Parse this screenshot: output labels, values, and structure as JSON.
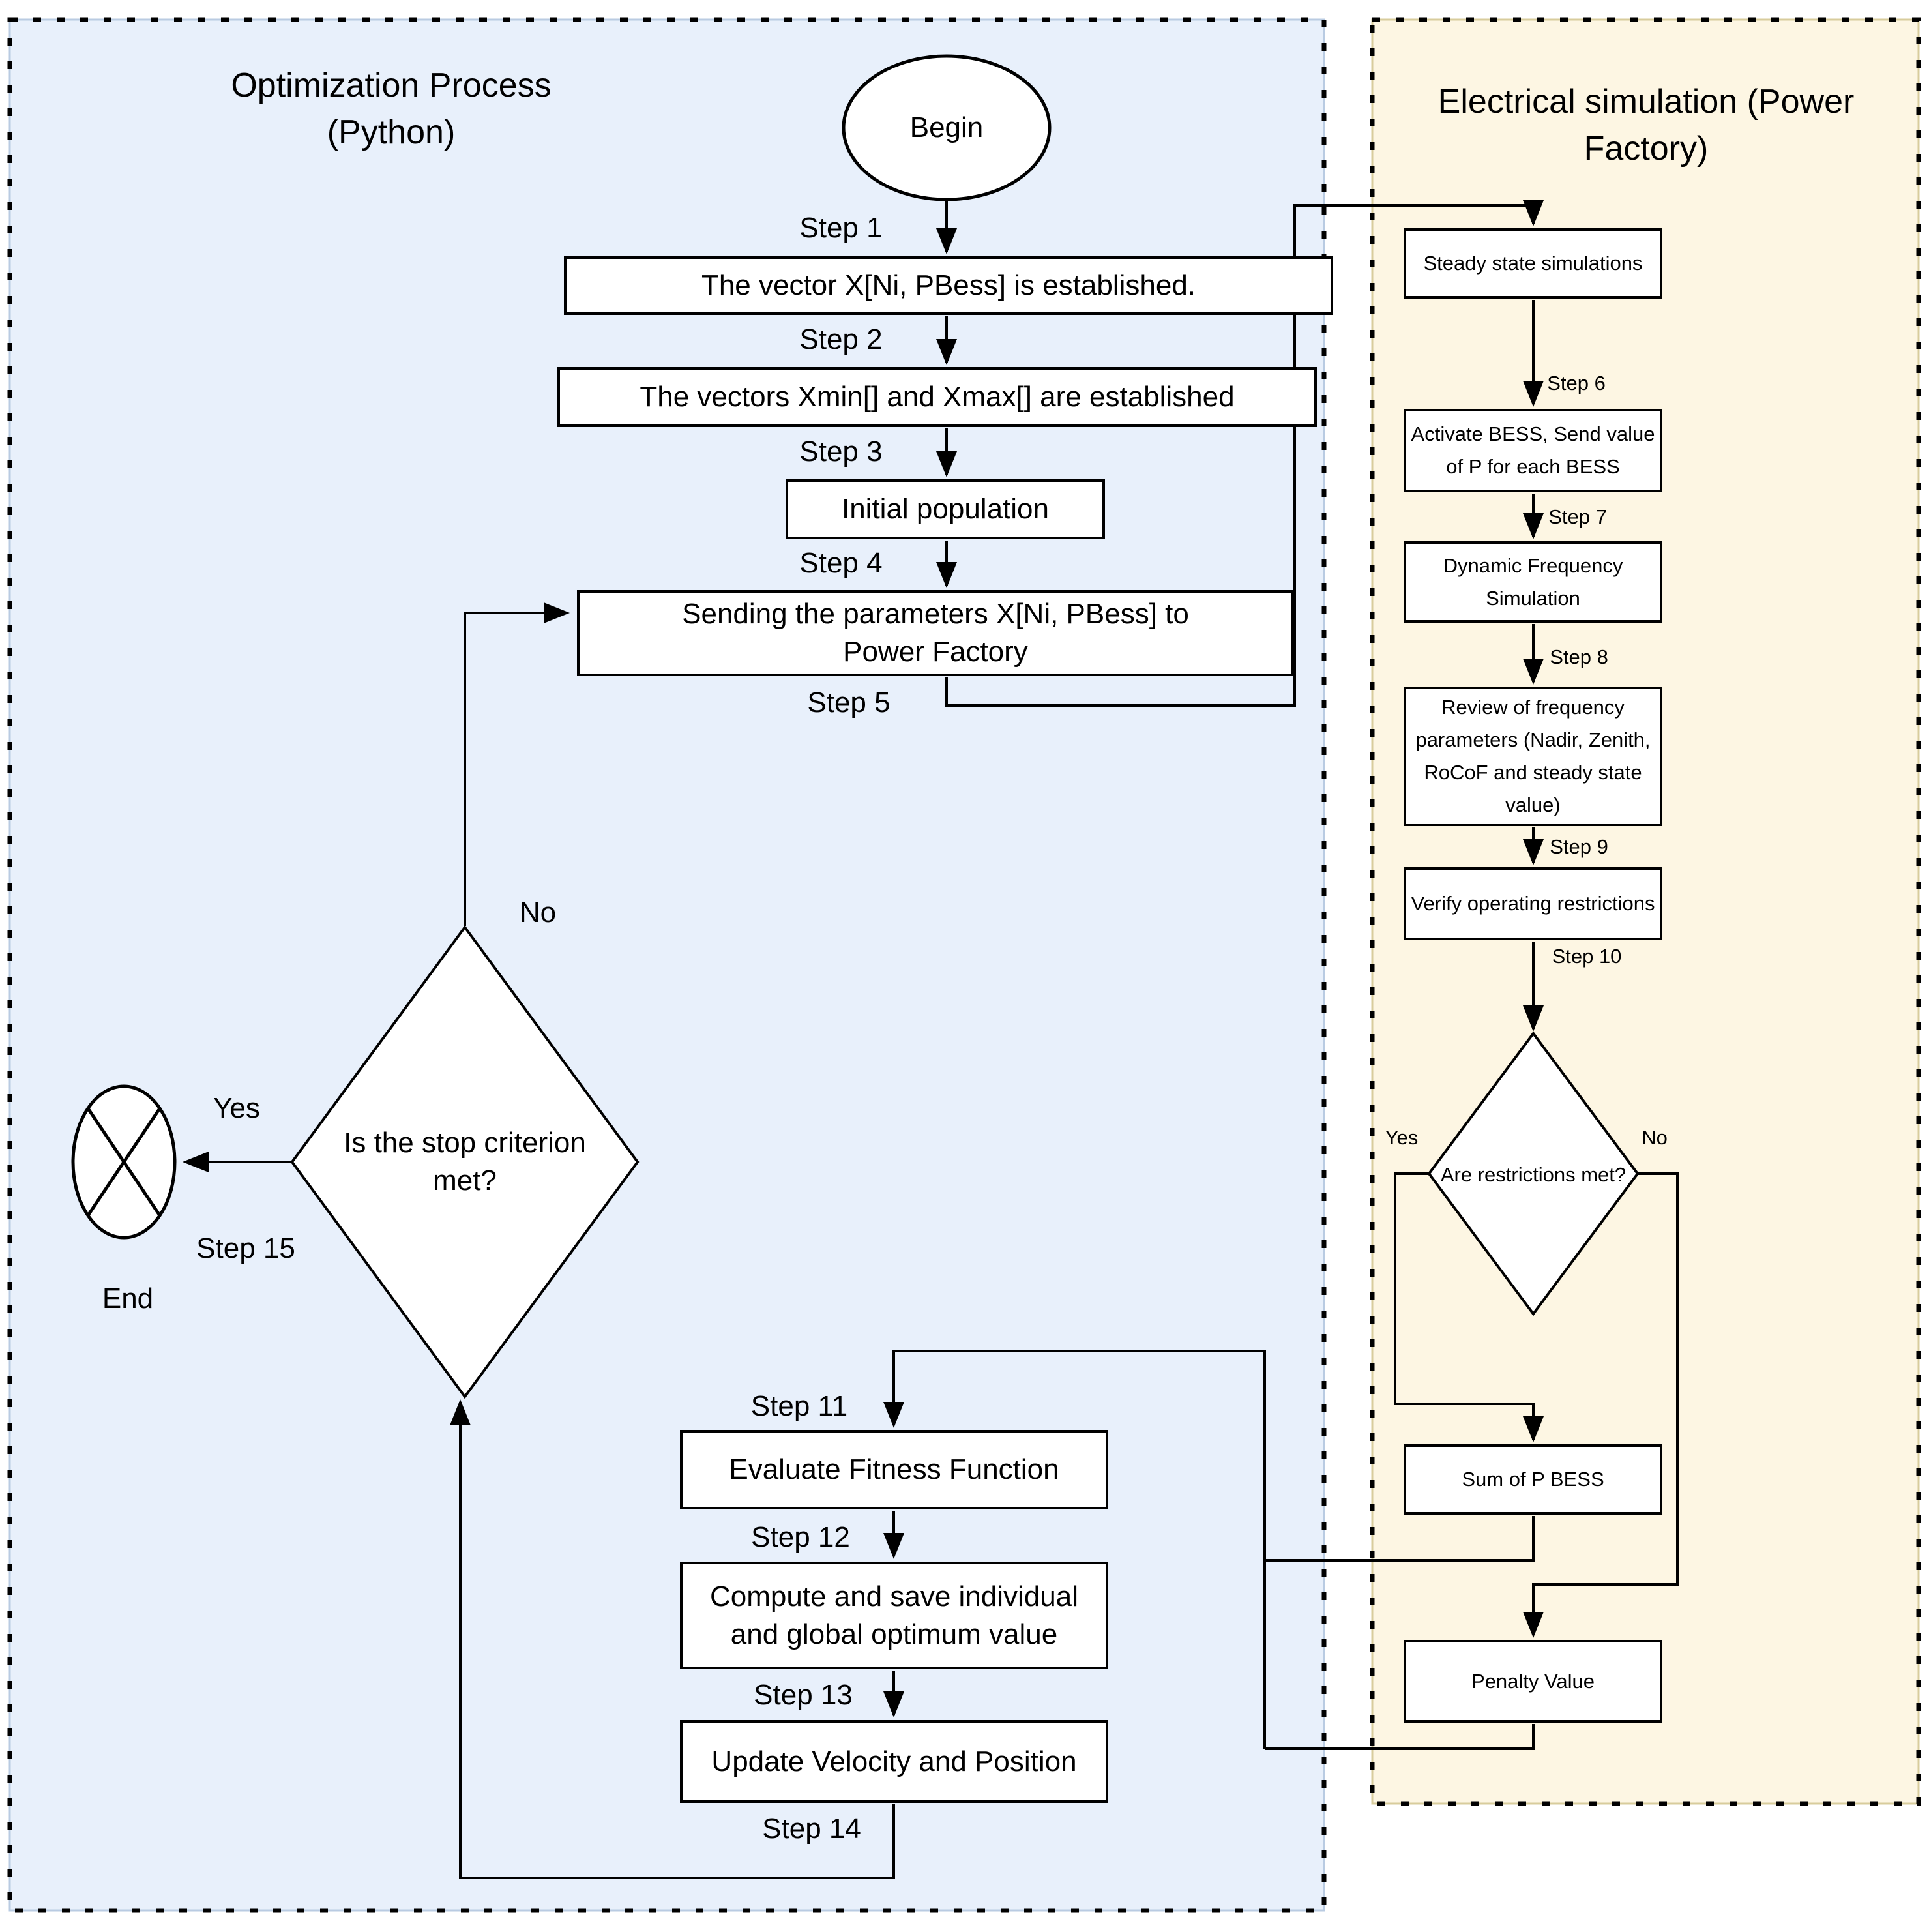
{
  "colors": {
    "page_bg": "#ffffff",
    "left_panel_bg": "#e8f0fb",
    "right_panel_bg": "#fdf6e3",
    "left_panel_edge": "#b9cbe2",
    "right_panel_edge": "#d8cc9c",
    "node_bg": "#ffffff",
    "line": "#000000",
    "text": "#000000"
  },
  "left_panel": {
    "title": "Optimization Process (Python)",
    "nodes": {
      "begin": "Begin",
      "vector_established": "The vector X[Ni, PBess] is established.",
      "vectors_min_max": "The vectors Xmin[] and Xmax[] are established",
      "initial_population": "Initial population",
      "sending_parameters": "Sending the parameters X[Ni, PBess] to\nPower Factory",
      "stop_criterion": "Is the stop criterion\nmet?",
      "evaluate_fitness": "Evaluate Fitness Function",
      "compute_save": "Compute and save individual\nand global optimum value",
      "update_velocity": "Update Velocity and Position",
      "end": "End"
    },
    "labels": {
      "step1": "Step 1",
      "step2": "Step 2",
      "step3": "Step 3",
      "step4": "Step 4",
      "step5": "Step 5",
      "step11": "Step 11",
      "step12": "Step 12",
      "step13": "Step 13",
      "step14": "Step 14",
      "step15": "Step 15",
      "yes": "Yes",
      "no": "No"
    }
  },
  "right_panel": {
    "title": "Electrical simulation (Power\nFactory)",
    "nodes": {
      "steady_state": "Steady state simulations",
      "activate_bess": "Activate BESS, Send value\nof P for each BESS",
      "dynamic_frequency": "Dynamic Frequency\nSimulation",
      "review_frequency": "Review of frequency\nparameters (Nadir, Zenith,\nRoCoF and steady state\nvalue)",
      "verify_restrictions": "Verify operating restrictions",
      "restrictions_met": "Are restrictions met?",
      "sum_p_bess": "Sum of P BESS",
      "penalty_value": "Penalty Value"
    },
    "labels": {
      "step6": "Step 6",
      "step7": "Step 7",
      "step8": "Step 8",
      "step9": "Step 9",
      "step10": "Step 10",
      "yes": "Yes",
      "no": "No"
    }
  }
}
